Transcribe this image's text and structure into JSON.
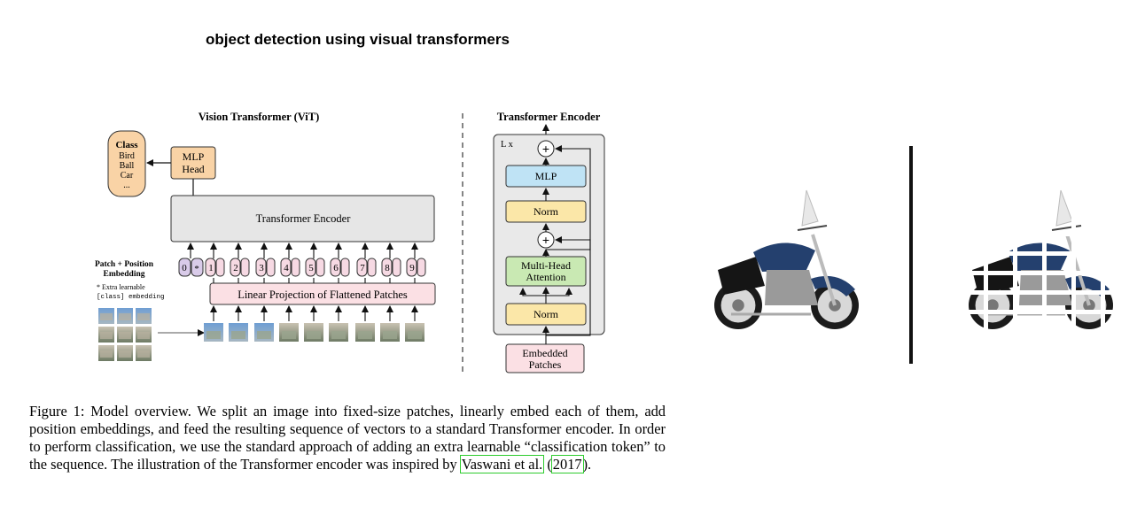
{
  "page": {
    "title": "object detection using visual transformers"
  },
  "vit": {
    "title": "Vision Transformer (ViT)",
    "class_box": {
      "title": "Class",
      "items": [
        "Bird",
        "Ball",
        "Car",
        "..."
      ]
    },
    "mlp_head": [
      "MLP",
      "Head"
    ],
    "encoder_label": "Transformer Encoder",
    "patch_embed_label": [
      "Patch + Position",
      "Embedding"
    ],
    "extra_note": [
      "* Extra learnable",
      "[class] embedding"
    ],
    "tokens": [
      "0*",
      "1",
      "2",
      "3",
      "4",
      "5",
      "6",
      "7",
      "8",
      "9"
    ],
    "linear_projection": "Linear Projection of Flattened Patches"
  },
  "encoder": {
    "title": "Transformer Encoder",
    "repeat": "L x",
    "mlp": "MLP",
    "norm_top": "Norm",
    "attention": [
      "Multi-Head",
      "Attention"
    ],
    "norm_bottom": "Norm",
    "input": [
      "Embedded",
      "Patches"
    ],
    "plus": "+"
  },
  "caption": {
    "text": "Figure 1: Model overview. We split an image into fixed-size patches, linearly embed each of them, add position embeddings, and feed the resulting sequence of vectors to a standard Transformer encoder. In order to perform classification, we use the standard approach of adding an extra learnable “classification token” to the sequence. The illustration of the Transformer encoder was inspired by ",
    "cite_author": "Vaswani et al.",
    "cite_open": " (",
    "cite_year": "2017",
    "cite_close": ")."
  },
  "colors": {
    "class_fill": "#f9d3a6",
    "mlp_head_fill": "#f9d3a6",
    "encoder_fill": "#e6e6e6",
    "token_fill": "#f6d9e3",
    "cls_token_fill": "#d9cbe9",
    "projection_fill": "#fbe0e4",
    "mlp_fill": "#bfe3f5",
    "norm_fill": "#fbe7a8",
    "attention_fill": "#c9e9b3",
    "embedded_fill": "#fbe0e4",
    "cite_outline": "#2ecc2e"
  }
}
